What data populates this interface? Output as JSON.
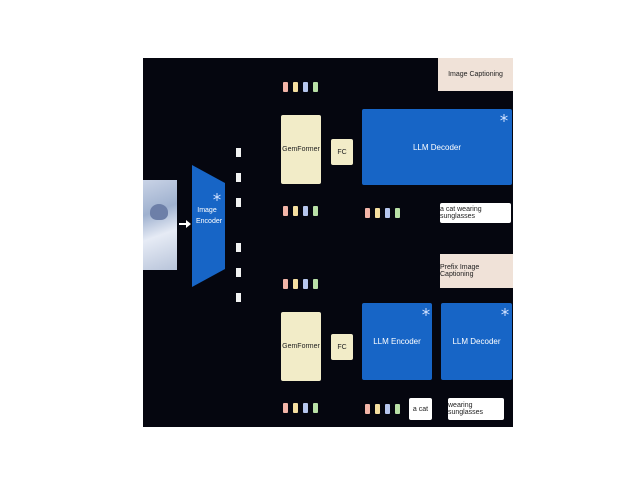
{
  "encoder": {
    "label_line1": "Image",
    "label_line2": "Encoder"
  },
  "gemformer_label": "GemFormer",
  "fc_label": "FC",
  "top_branch": {
    "task_label": "Image Captioning",
    "decoder_label": "LLM Decoder",
    "caption": "a cat wearing sunglasses"
  },
  "bottom_branch": {
    "task_label": "Prefix Image Captioning",
    "encoder_label": "LLM Encoder",
    "decoder_label": "LLM Decoder",
    "prefix_caption": "a cat",
    "suffix_caption": "wearing sunglasses"
  },
  "colors": {
    "background": "#05060f",
    "llm_block": "#1765c6",
    "gemformer_block": "#f2ecc8",
    "task_tag": "#f0e2d8",
    "token_colors": [
      "#f3b5a8",
      "#f5dfa0",
      "#b6c6ee",
      "#b9e0a6"
    ]
  },
  "icons": [
    "frozen-snowflake-icon",
    "right-arrow-icon"
  ]
}
